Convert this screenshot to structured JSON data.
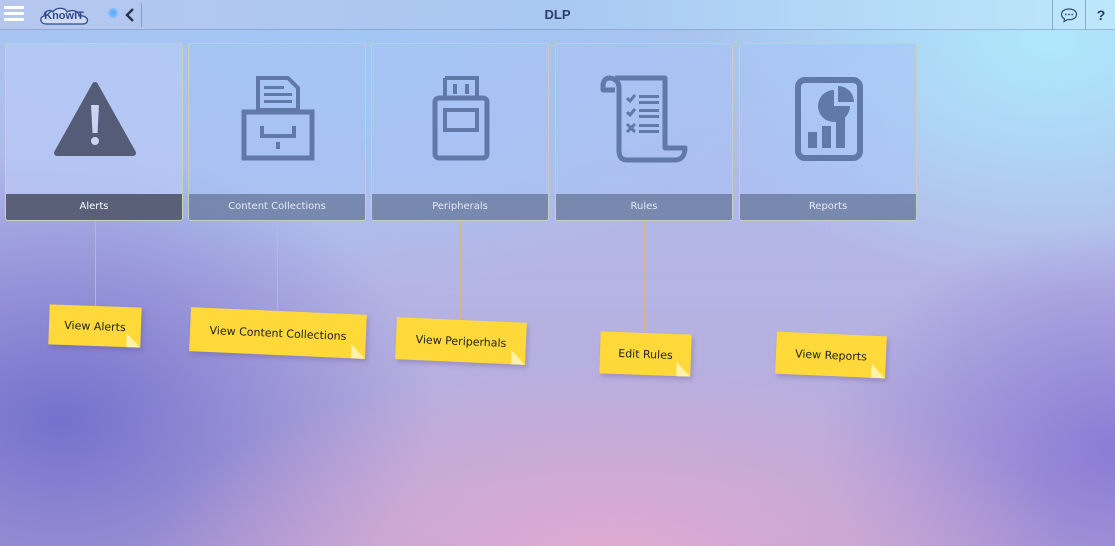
{
  "header": {
    "title": "DLP",
    "logo_text": "KnowIT",
    "icons": {
      "menu": "hamburger-menu-icon",
      "back": "chevron-left-icon",
      "chat": "chat-bubble-icon",
      "help": "question-mark-icon"
    },
    "help_label": "?"
  },
  "tiles": [
    {
      "label": "Alerts",
      "icon": "warning-triangle-icon",
      "active": true,
      "note": "View Alerts"
    },
    {
      "label": "Content Collections",
      "icon": "file-cabinet-icon",
      "active": false,
      "note": "View Content Collections"
    },
    {
      "label": "Peripherals",
      "icon": "usb-drive-icon",
      "active": false,
      "note": "View Periperhals"
    },
    {
      "label": "Rules",
      "icon": "checklist-scroll-icon",
      "active": false,
      "note": "Edit Rules"
    },
    {
      "label": "Reports",
      "icon": "report-chart-icon",
      "active": false,
      "note": "View Reports"
    }
  ],
  "colors": {
    "note_yellow": "#ffd93a",
    "icon_slate": "#545c78",
    "icon_blue": "#6079a8"
  }
}
